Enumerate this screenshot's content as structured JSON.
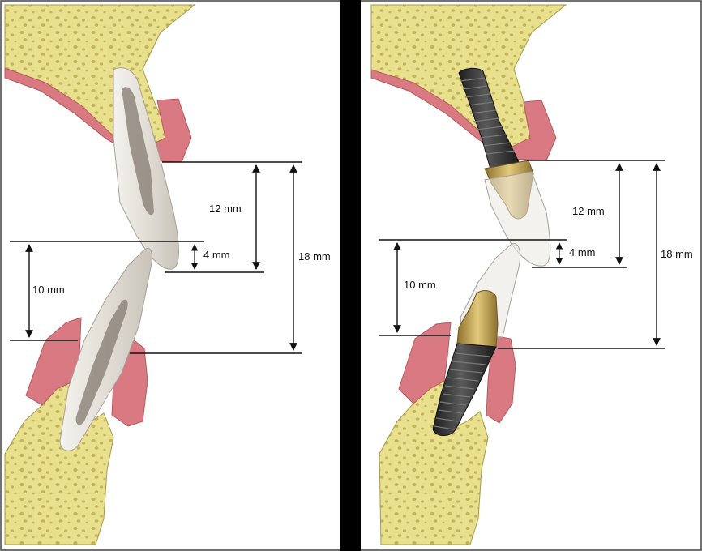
{
  "left_panel": {
    "labels": {
      "crown_height": "12 mm",
      "overlap": "4 mm",
      "lower_height": "10 mm",
      "total_height": "18 mm"
    }
  },
  "right_panel": {
    "labels": {
      "crown_height": "12 mm",
      "overlap": "4 mm",
      "lower_height": "10 mm",
      "total_height": "18 mm"
    }
  },
  "colors": {
    "bone": "#e8e08c",
    "bone_outline": "#b9ad5a",
    "bone_pore": "#c7b860",
    "gum": "#d97a82",
    "tooth": "#ebe8e2",
    "tooth_shadow": "#b8b2a8",
    "pulp": "#8a7f76",
    "implant": "#3a3a3a",
    "abutment": "#c9aa58",
    "divider": "#000000"
  }
}
